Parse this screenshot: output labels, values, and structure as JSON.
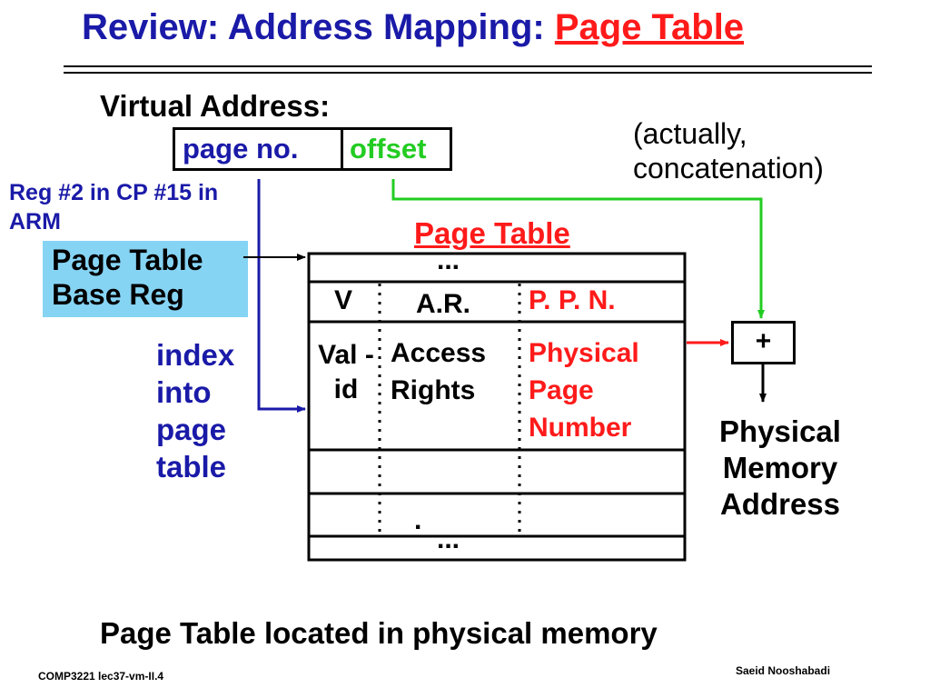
{
  "title": {
    "main": "Review: Address Mapping: ",
    "highlight": "Page Table"
  },
  "virtual_address": {
    "label": "Virtual Address:",
    "page_field": "page no.",
    "offset_field": "offset"
  },
  "note": "(actually, concatenation)",
  "register_note": "Reg #2 in CP #15 in ARM",
  "base_register": "Page Table Base Reg",
  "index_label": "index into page table",
  "page_table": {
    "title": "Page Table",
    "top_ellipsis": "...",
    "bottom_ellipsis": "...",
    "dot": ".",
    "headers": {
      "valid": "V",
      "access": "A.R.",
      "ppn": "P. P. N."
    },
    "entry": {
      "valid": "Val -id",
      "access": "Access Rights",
      "ppn": "Physical Page Number"
    }
  },
  "adder": "+",
  "result": "Physical Memory Address",
  "footer": "Page Table  located in physical memory",
  "course": "COMP3221  lec37-vm-II.4",
  "author": "Saeid Nooshabadi",
  "colors": {
    "title_blue": "#1a1aa8",
    "highlight_red": "#ff1a1a",
    "offset_green": "#22cc22",
    "register_fill": "#86d4f4"
  }
}
